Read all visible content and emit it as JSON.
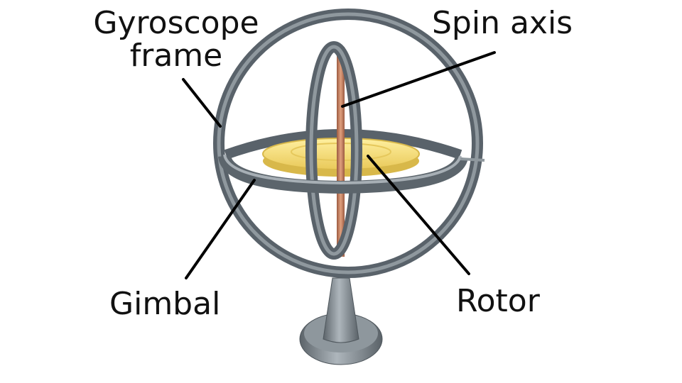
{
  "labels": {
    "gyroscope_frame_line1": "Gyroscope",
    "gyroscope_frame_line2": "frame",
    "spin_axis": "Spin axis",
    "gimbal": "Gimbal",
    "rotor": "Rotor"
  },
  "colors": {
    "metal": "#6c757c",
    "metal_dark": "#4f575d",
    "metal_light": "#a3abb1",
    "rotor": "#f1d66a",
    "rotor_edge": "#d8b84a",
    "axle": "#c27a5a",
    "leader": "#000000"
  }
}
